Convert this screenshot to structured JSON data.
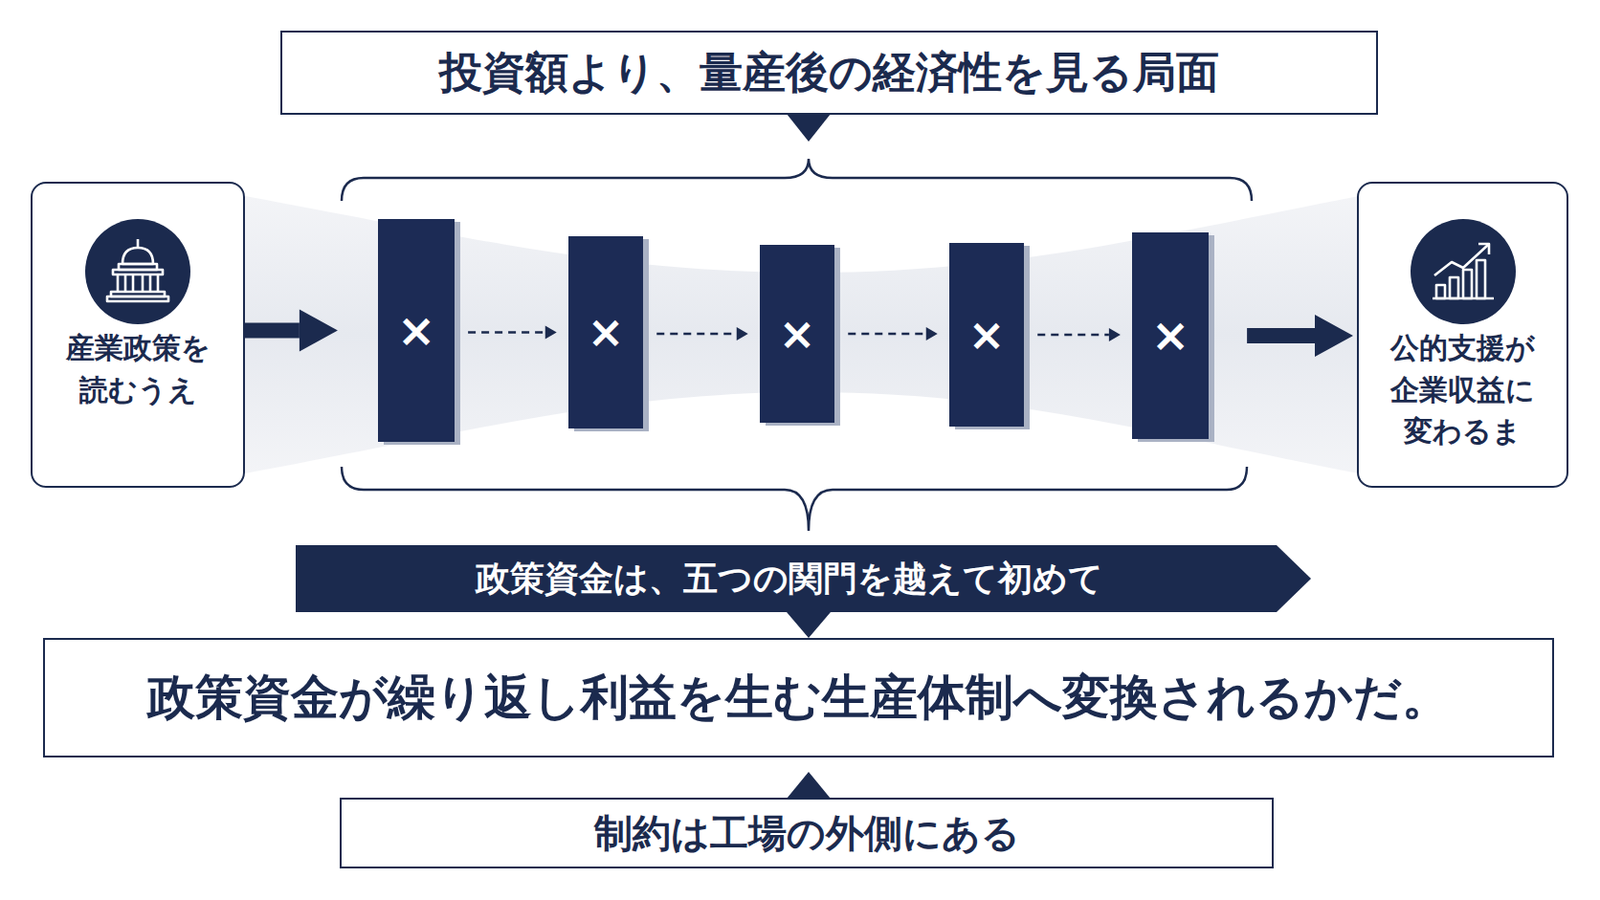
{
  "diagram": {
    "nodes": [
      {
        "text": [
          "投資額より、量産後の経済性を見る局面"
        ]
      },
      {
        "text": [
          "産業政策を 読むうえ"
        ]
      },
      {
        "text": [
          "×"
        ]
      },
      {
        "text": [
          "×"
        ]
      },
      {
        "text": [
          "×"
        ]
      },
      {
        "text": [
          "×"
        ]
      },
      {
        "text": [
          "×"
        ]
      },
      {
        "text": [
          "公的支援が 企業収益に 変わるま"
        ]
      },
      {
        "text": [
          "政策資金は、五つの関門を越えて初めて"
        ]
      },
      {
        "text": [
          "政策資金が繰り返し利益を生む生産体制へ変換されるかだ。"
        ]
      },
      {
        "text": [
          "制約は工場の外側にある"
        ]
      }
    ],
    "edges": [
      {
        "from": 1,
        "to": 2,
        "arrow": "to"
      },
      {
        "from": 2,
        "to": 3,
        "arrow": "to"
      },
      {
        "from": 3,
        "to": 4,
        "arrow": "to"
      },
      {
        "from": 4,
        "to": 5,
        "arrow": "to"
      },
      {
        "from": 5,
        "to": 6,
        "arrow": "to"
      },
      {
        "from": 6,
        "to": 7,
        "arrow": "to"
      }
    ]
  }
}
